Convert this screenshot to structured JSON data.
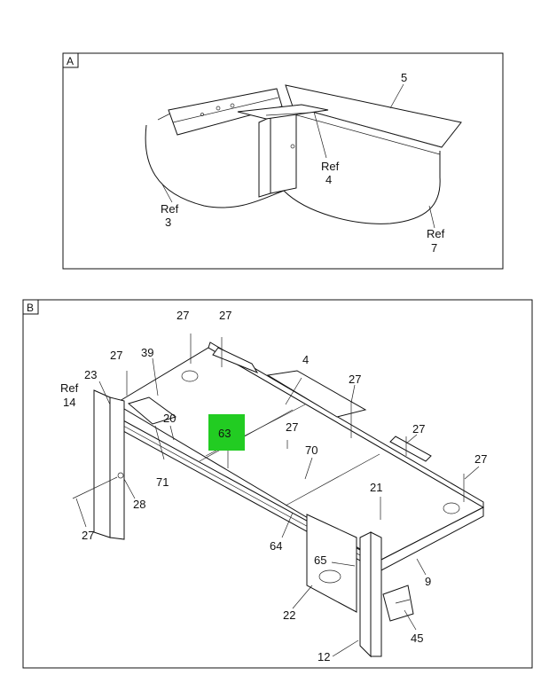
{
  "panels": {
    "a": {
      "tag": "A"
    },
    "b": {
      "tag": "B"
    }
  },
  "callouts_a": {
    "c5": "5",
    "ref4_a": "Ref",
    "ref4_b": "4",
    "ref3_a": "Ref",
    "ref3_b": "3",
    "ref7_a": "Ref",
    "ref7_b": "7"
  },
  "callouts_b": {
    "c27_1": "27",
    "c27_2": "27",
    "c27_3": "27",
    "c27_4": "27",
    "c27_5": "27",
    "c27_6": "27",
    "c27_7": "27",
    "c27_8": "27",
    "c39": "39",
    "c4": "4",
    "c23": "23",
    "ref14_a": "Ref",
    "ref14_b": "14",
    "c20": "20",
    "c63": "63",
    "c70": "70",
    "c71": "71",
    "c21": "21",
    "c28": "28",
    "c64": "64",
    "c65": "65",
    "c9": "9",
    "c22": "22",
    "c45": "45",
    "c12": "12"
  },
  "highlight": {
    "callout": "63",
    "color": "#22cc22"
  }
}
